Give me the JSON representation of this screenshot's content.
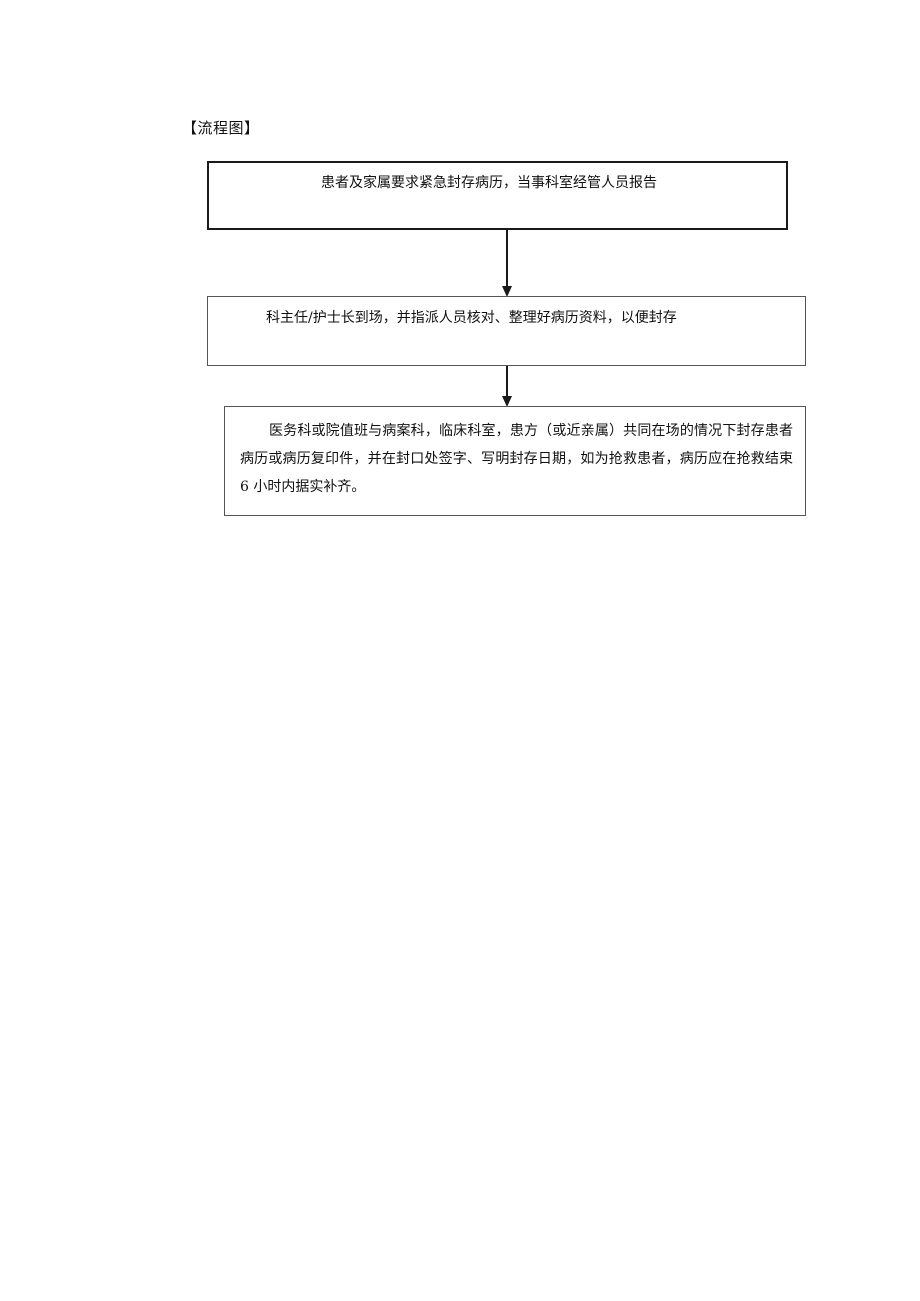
{
  "title": "【流程图】",
  "steps": [
    {
      "text": "患者及家属要求紧急封存病历，当事科室经管人员报告"
    },
    {
      "text": "科主任/护士长到场，并指派人员核对、整理好病历资料，以便封存"
    },
    {
      "text": "医务科或院值班与病案科，临床科室，患方（或近亲属）共同在场的情况下封存患者病历或病历复印件，并在封口处签字、写明封存日期，如为抢救患者，病历应在抢救结束 6 小时内据实补齐。"
    }
  ],
  "colors": {
    "line": "#1a1a1a",
    "text": "#111111",
    "background": "#ffffff"
  }
}
